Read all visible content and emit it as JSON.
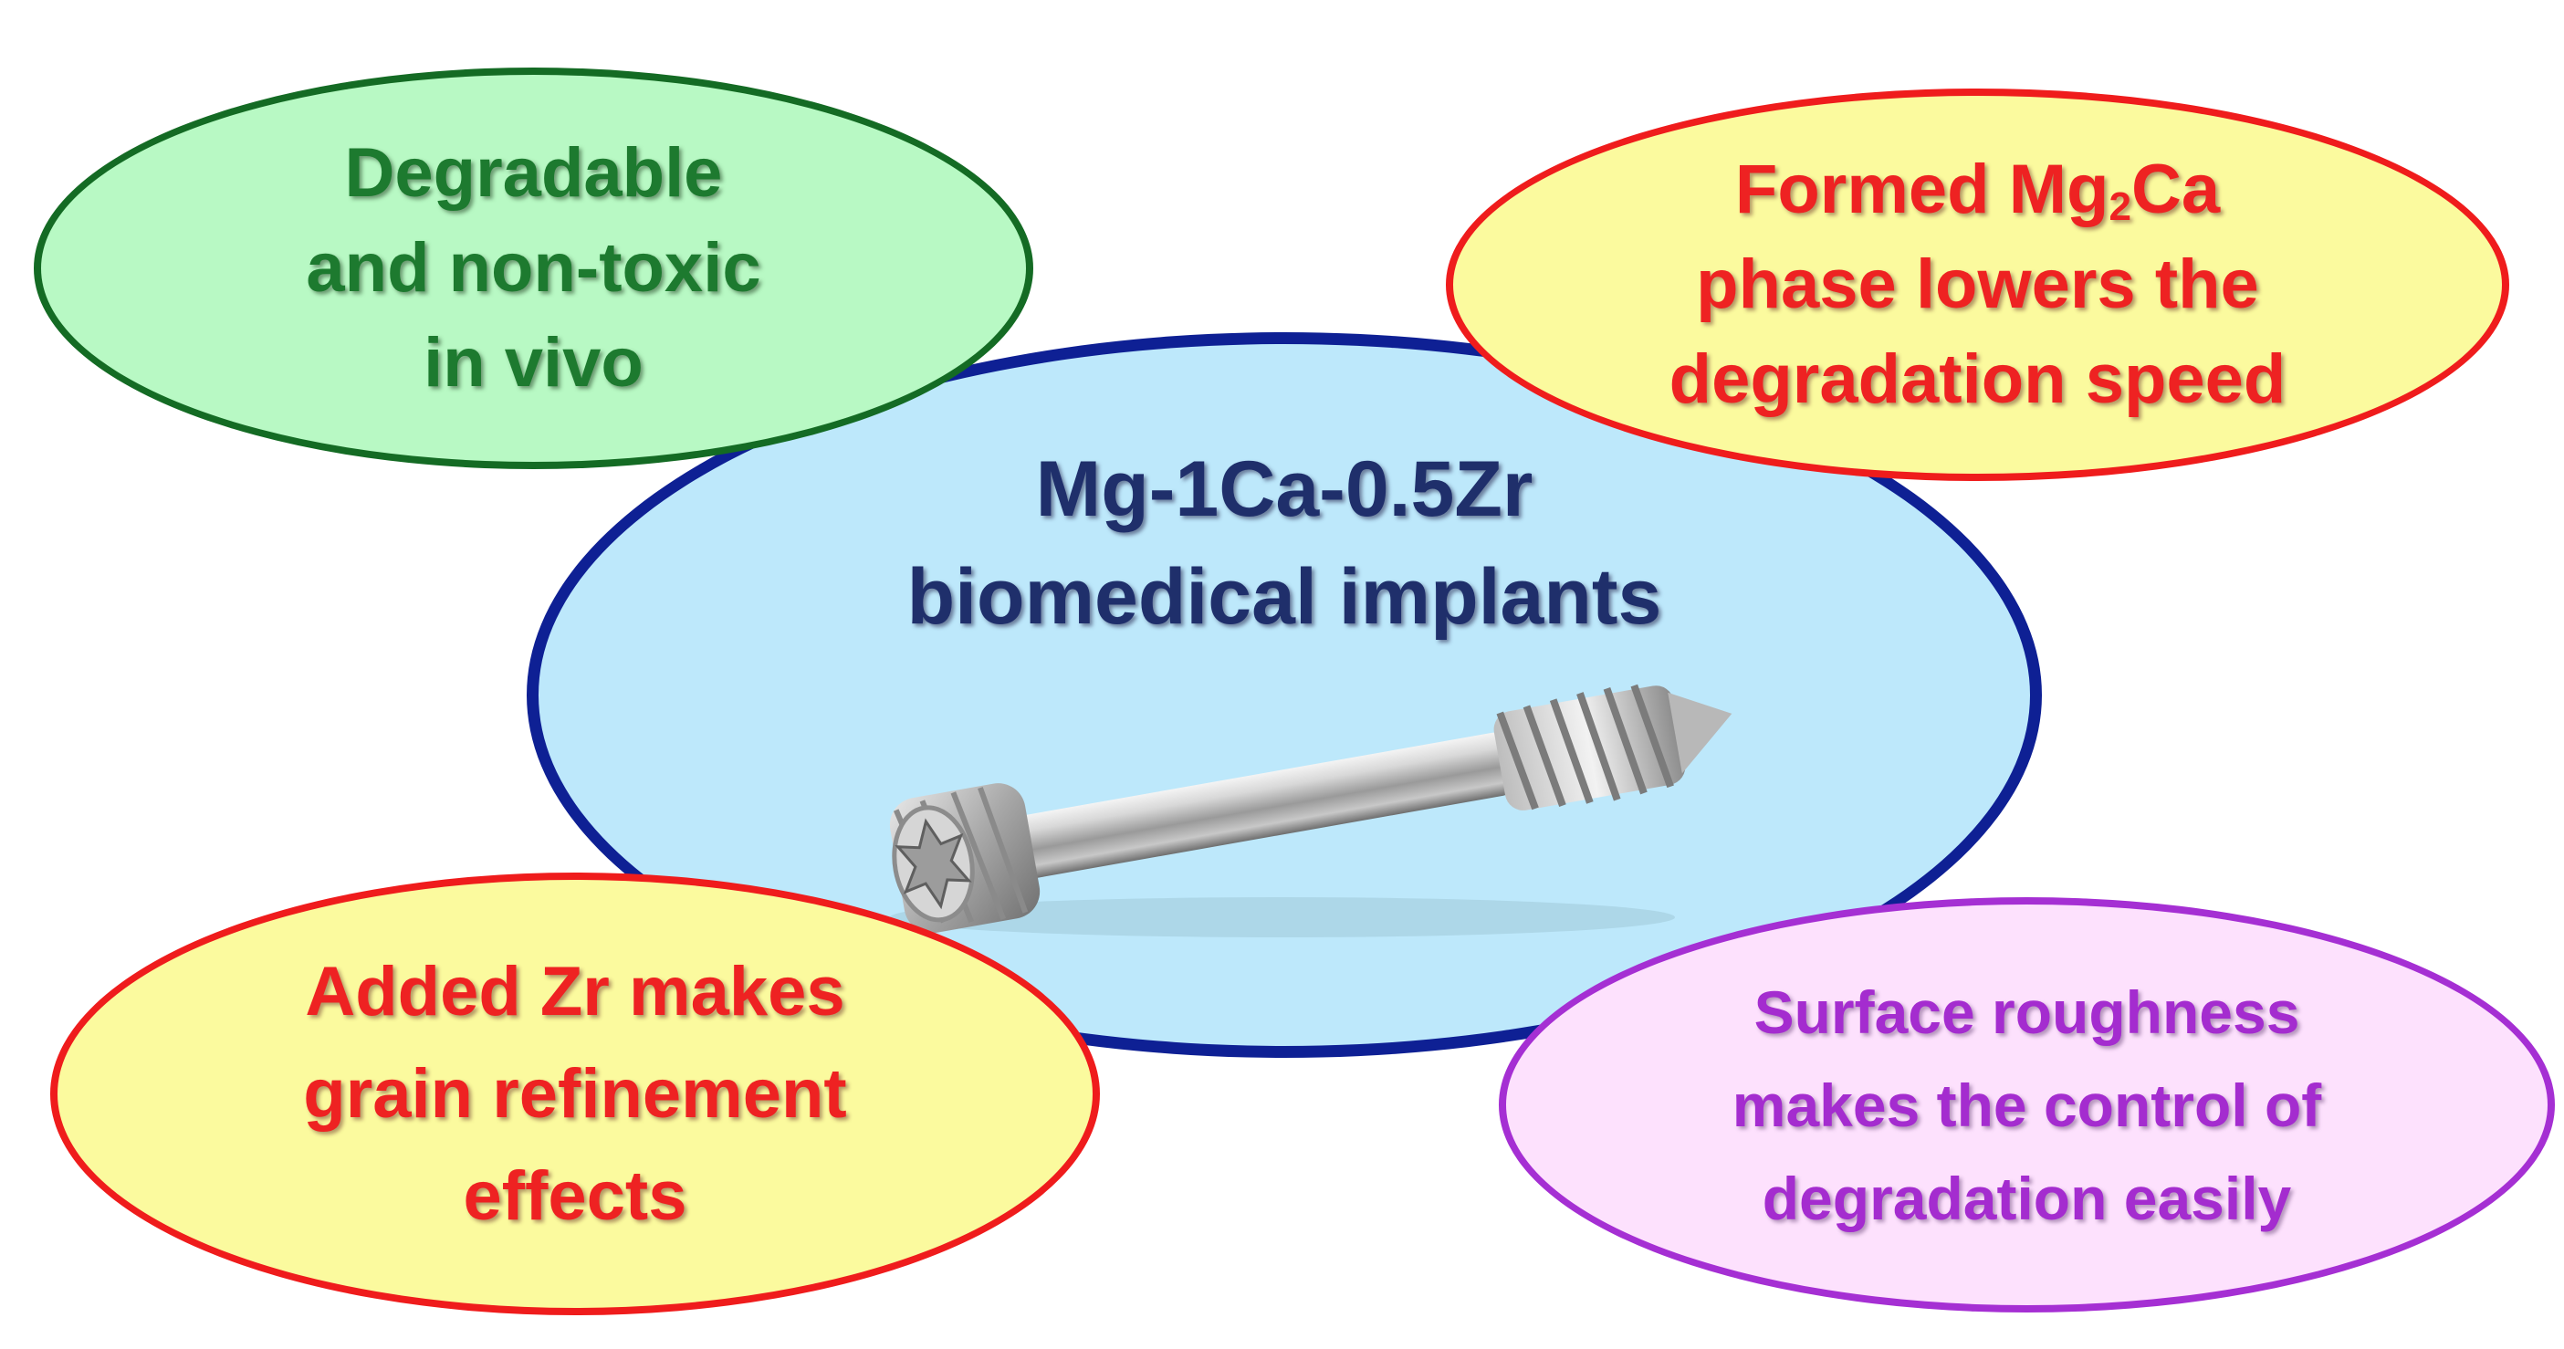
{
  "center": {
    "line1": "Mg-1Ca-0.5Zr",
    "line2": "biomedical implants"
  },
  "top_left": {
    "line1": "Degradable",
    "line2": "and non-toxic",
    "line3": "in vivo"
  },
  "top_right": {
    "line1_pre": "Formed ",
    "line1_mg": "Mg",
    "line1_sub": "2",
    "line1_post": "Ca",
    "line2": "phase lowers the",
    "line3": "degradation speed"
  },
  "bottom_left": {
    "line1": "Added Zr makes",
    "line2": "grain refinement",
    "line3": "effects"
  },
  "bottom_right": {
    "line1": "Surface roughness",
    "line2": "makes the control of",
    "line3": "degradation easily"
  },
  "colors": {
    "center_fill": "#bde8fb",
    "center_border": "#0e2094",
    "green_fill": "#b8f9c4",
    "green_border": "#146b24",
    "yellow_fill": "#fbfa9e",
    "red_border": "#ef1c1c",
    "purple_fill": "#fde1fd",
    "purple_border": "#a52fd3"
  }
}
